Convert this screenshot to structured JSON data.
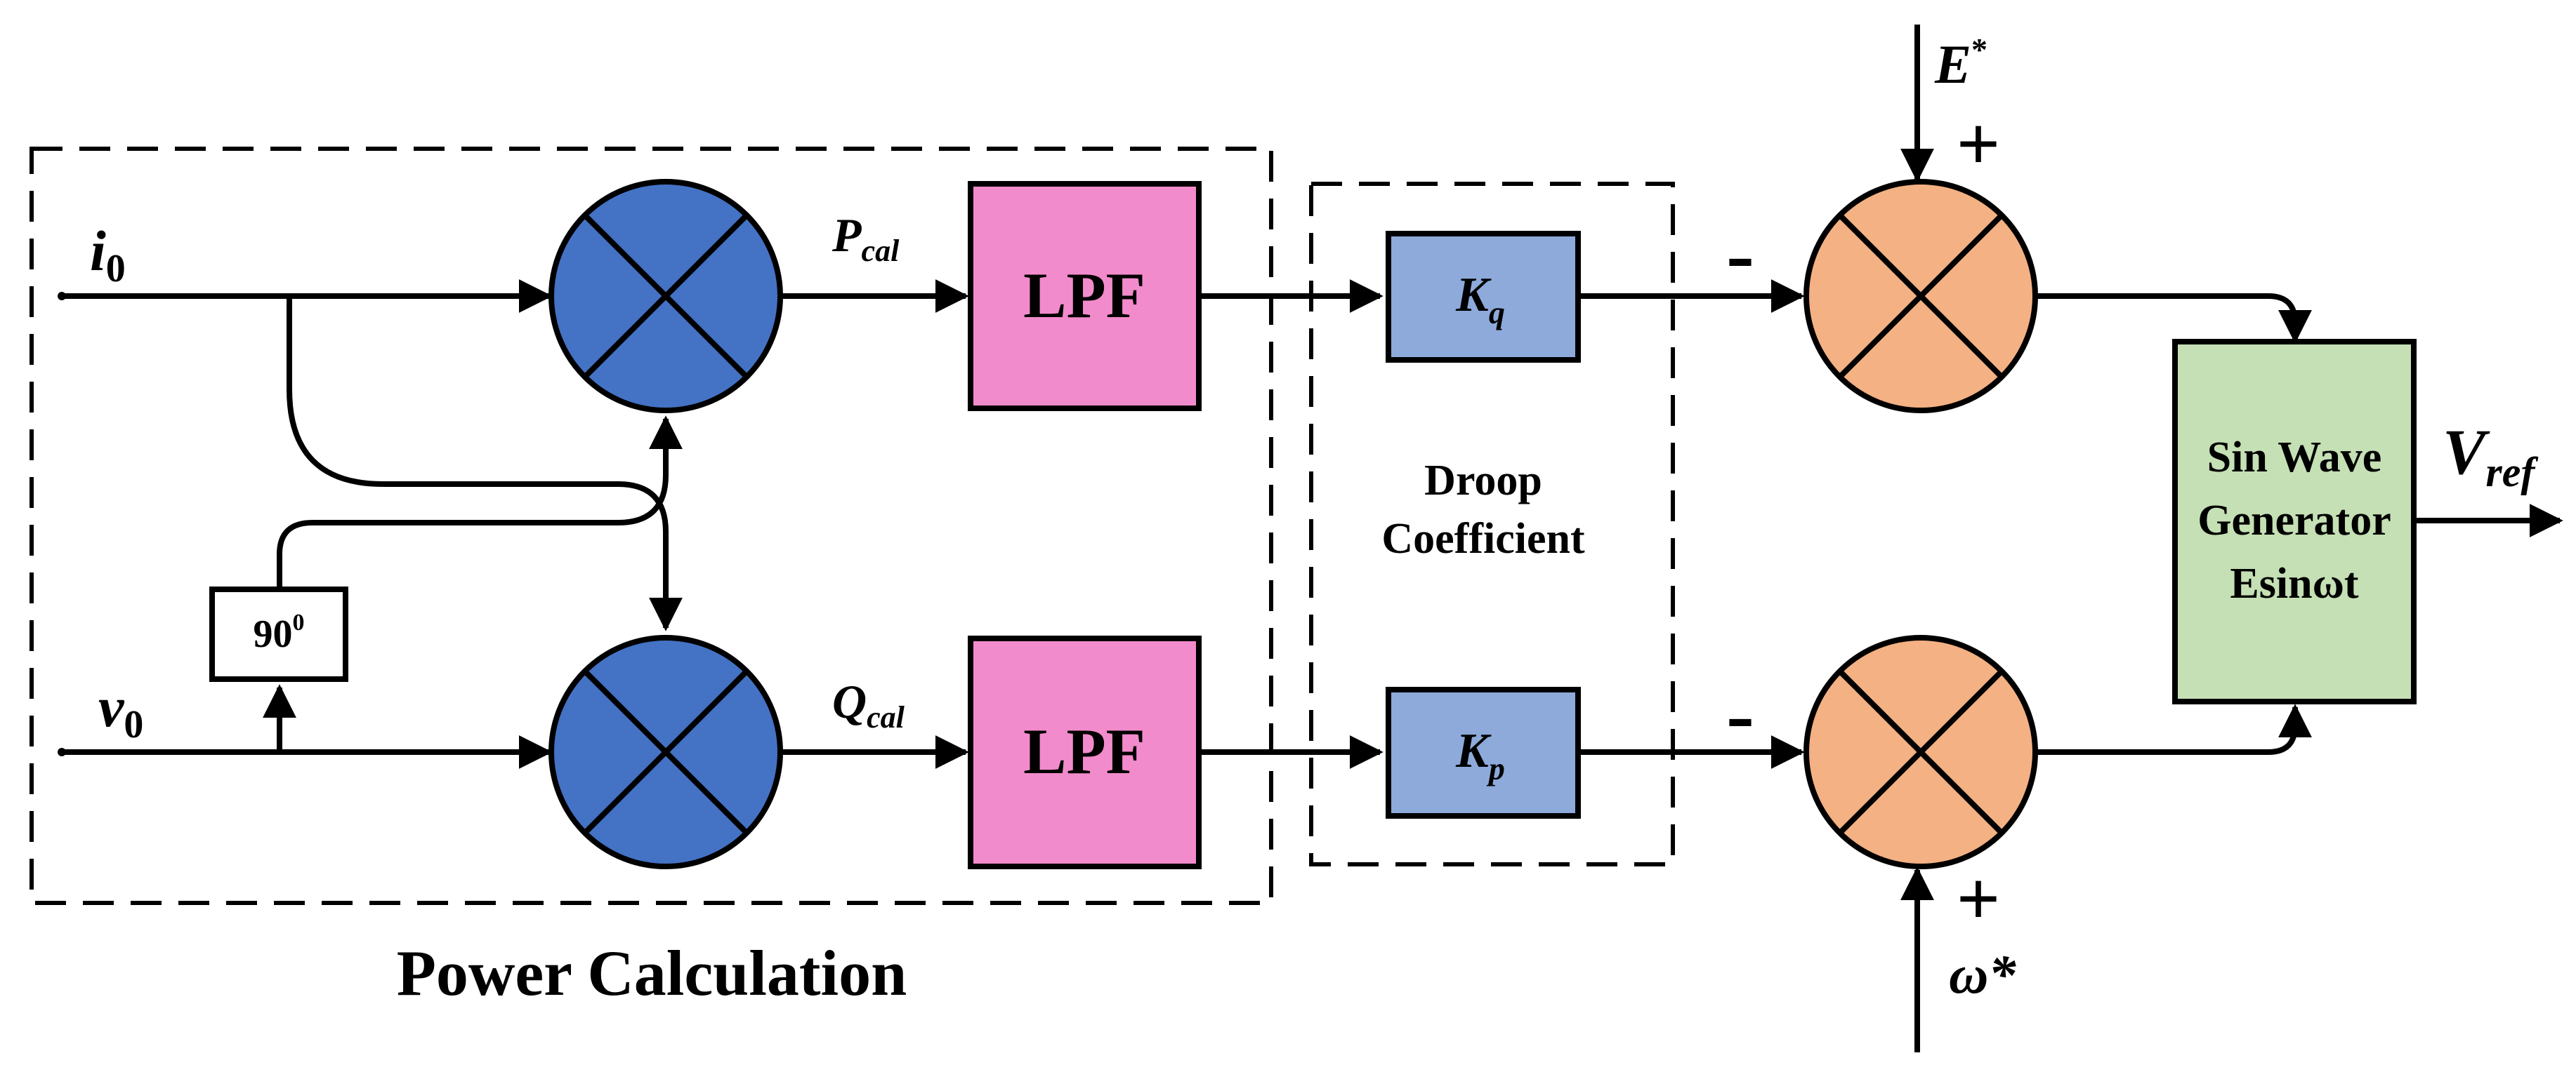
{
  "groups": {
    "power_calc_label": "Power Calculation",
    "droop_label_line1": "Droop",
    "droop_label_line2": "Coefficient"
  },
  "inputs": {
    "i0": {
      "symbol": "i",
      "sub": "0"
    },
    "v0": {
      "symbol": "v",
      "sub": "0"
    },
    "e_star": {
      "symbol": "E",
      "sup": "*"
    },
    "omega_star": {
      "text": "ω*"
    }
  },
  "phase_shift": {
    "base": "90",
    "sup": "0"
  },
  "signals": {
    "p_cal": {
      "symbol": "P",
      "sub": "cal"
    },
    "q_cal": {
      "symbol": "Q",
      "sub": "cal"
    }
  },
  "filters": {
    "top": "LPF",
    "bottom": "LPF"
  },
  "gains": {
    "kq": {
      "symbol": "K",
      "sub": "q"
    },
    "kp": {
      "symbol": "K",
      "sub": "p"
    }
  },
  "summing_signs": {
    "top_minus": "-",
    "top_plus": "+",
    "bottom_minus": "-",
    "bottom_plus": "+"
  },
  "generator": {
    "line1": "Sin Wave",
    "line2": "Generator",
    "line3": "Esinωt"
  },
  "output": {
    "symbol": "V",
    "sub": "ref"
  },
  "colors": {
    "multiplier": "#4472c4",
    "lpf": "#f28bcb",
    "gain": "#8eaadb",
    "summer": "#f4b183",
    "generator": "#c5e0b4"
  }
}
